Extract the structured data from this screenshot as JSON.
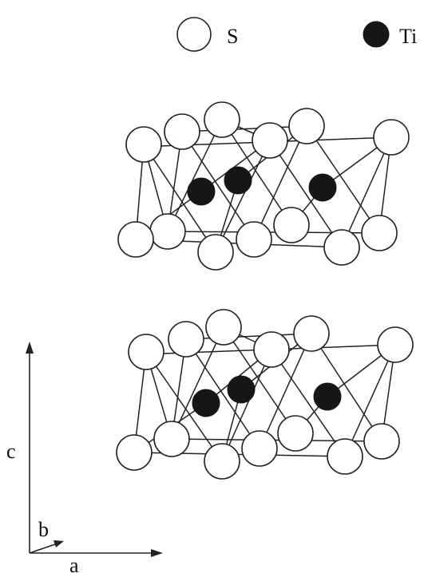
{
  "legend": {
    "s_label": "S",
    "ti_label": "Ti"
  },
  "axes": {
    "c_label": "c",
    "b_label": "b",
    "a_label": "a"
  },
  "colors": {
    "s_atom_fill": "#ffffff",
    "ti_atom_fill": "#161616",
    "line": "#222222"
  }
}
